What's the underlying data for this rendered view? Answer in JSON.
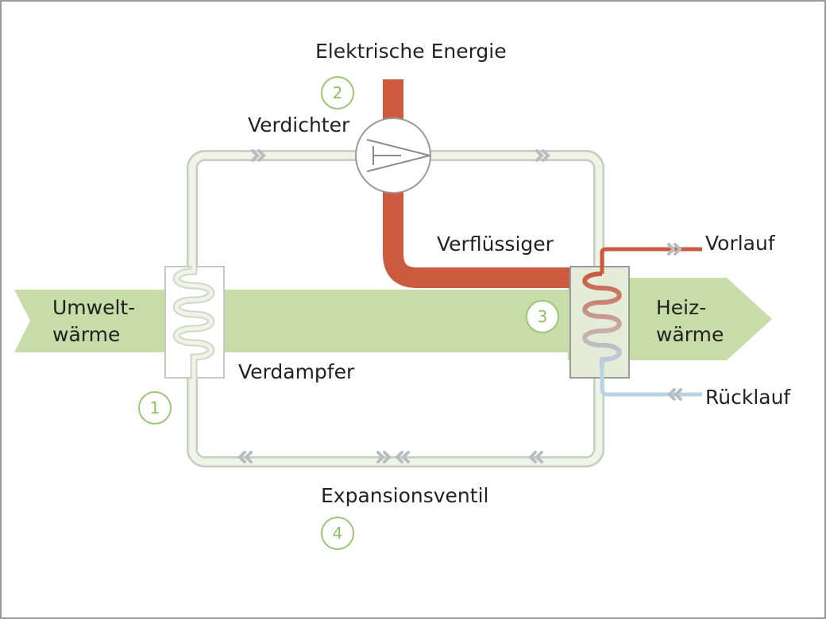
{
  "labels": {
    "electric_energy": "Elektrische Energie",
    "compressor": "Verdichter",
    "condenser": "Verflüssiger",
    "evaporator": "Verdampfer",
    "expansion_valve": "Expansionsventil",
    "ambient_heat": "Umwelt-\nwärme",
    "heating_heat": "Heiz-\nwärme",
    "flow": "Vorlauf",
    "return_flow": "Rücklauf"
  },
  "steps": {
    "evaporator": "1",
    "compressor": "2",
    "condenser": "3",
    "expansion_valve": "4"
  },
  "colors": {
    "frame": "#9a9a9a",
    "loop_outline": "#c6ccc0",
    "loop_fill": "#eef4e6",
    "heat_band": "#c7dca7",
    "hot_line": "#cc5a3f",
    "cold_line": "#b9d3e6",
    "arrow_chevrons": "#b9bcc0",
    "step_circle": "#9ec47a"
  }
}
